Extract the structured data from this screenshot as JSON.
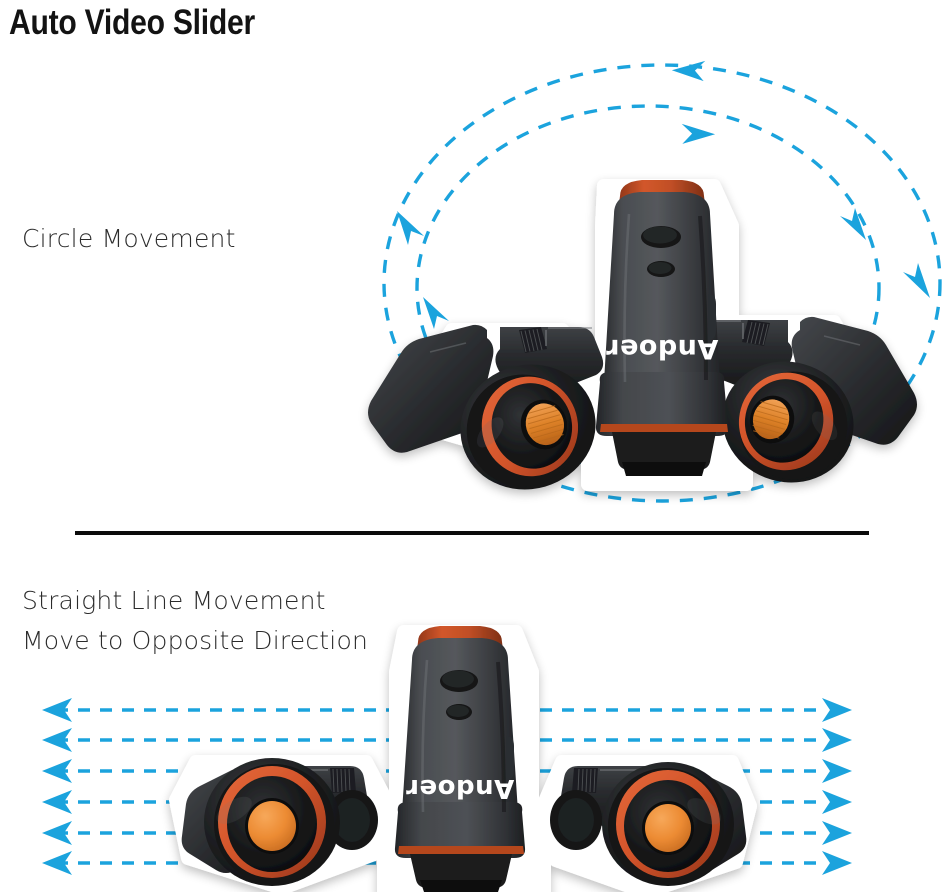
{
  "page": {
    "title": "Auto Video Slider",
    "background_color": "#ffffff"
  },
  "sections": [
    {
      "id": "circle-movement",
      "caption": "Circle Movement",
      "motion_type": "circular",
      "arrow_color": "#1ba3dd",
      "arrow_style": "dashed",
      "arrow_paths": 2,
      "arrow_direction": "counter-clockwise"
    },
    {
      "id": "straight-line-movement",
      "caption_line1": "Straight Line Movement",
      "caption_line2": "Move to Opposite Direction",
      "motion_type": "linear",
      "arrow_color": "#1ba3dd",
      "arrow_style": "dashed",
      "arrow_paths": 6,
      "arrow_direction": "bidirectional"
    }
  ],
  "divider": {
    "color": "#0b0b0b"
  },
  "product": {
    "brand_label": "Andoer",
    "brand_label_color": "#ffffff",
    "body_color": "#3a3c3f",
    "body_shadow_color": "#232528",
    "accent_color": "#c8512a",
    "wheel_rim_color": "#d4552b",
    "wheel_hub_color": "#ec8b33",
    "tire_color": "#191a1c",
    "name": "three-wheel motorized camera dolly"
  },
  "colors": {
    "arrow_blue": "#1ba3dd",
    "arrow_blue_dark": "#1787b8",
    "title_black": "#131313",
    "caption_gray": "#2b2b2b"
  }
}
